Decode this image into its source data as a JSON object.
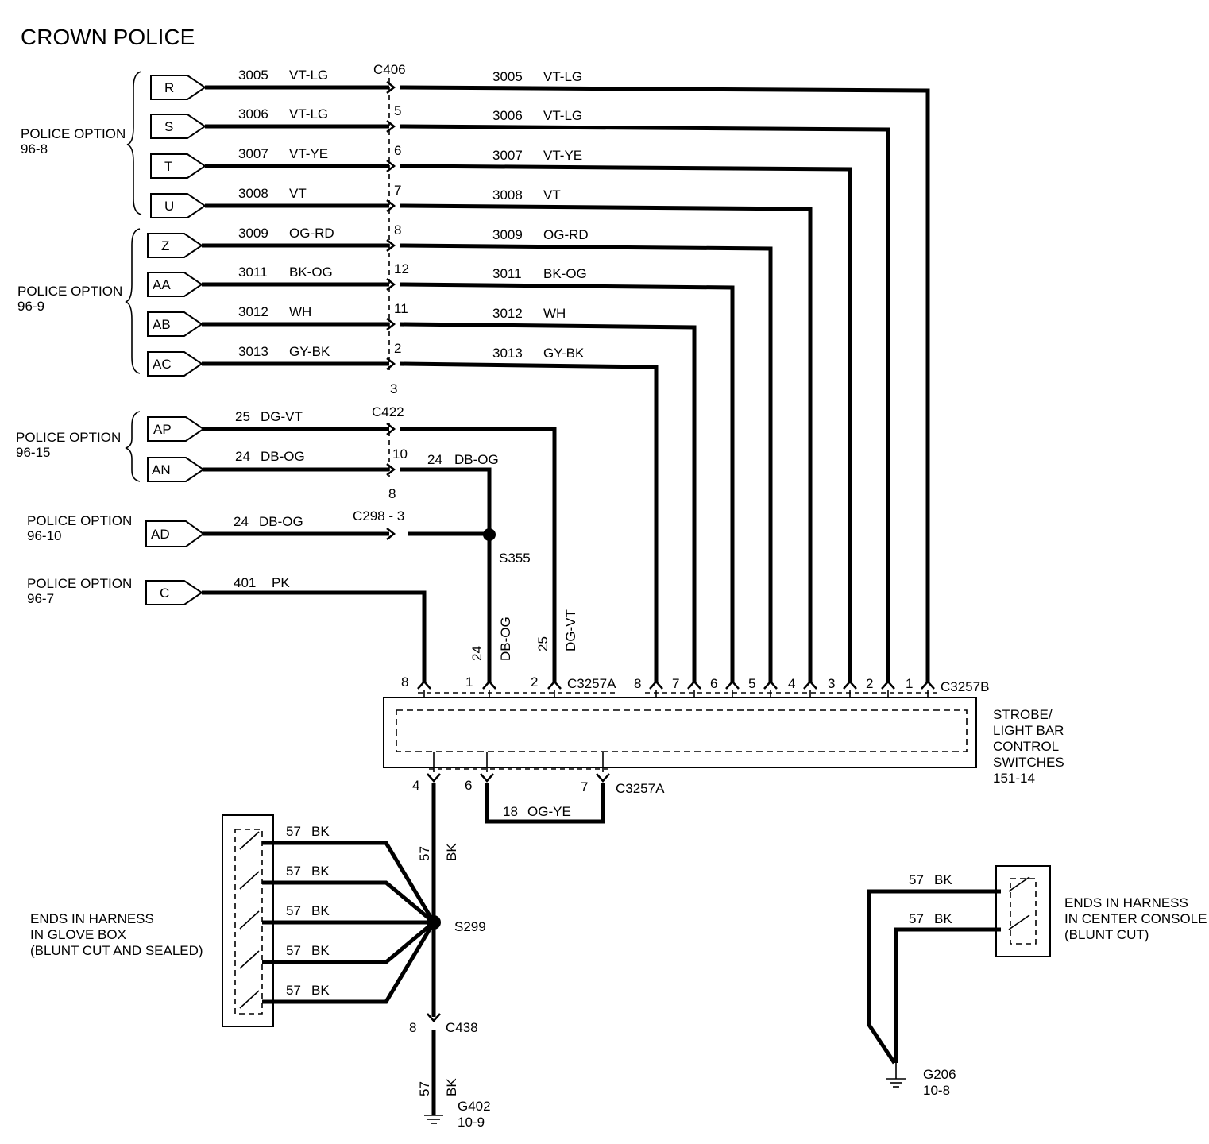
{
  "title": "CROWN POLICE",
  "options": {
    "o968": [
      "POLICE OPTION",
      "96-8"
    ],
    "o969": [
      "POLICE OPTION",
      "96-9"
    ],
    "o9615": [
      "POLICE OPTION",
      "96-15"
    ],
    "o9610": [
      "POLICE OPTION",
      "96-10"
    ],
    "o967": [
      "POLICE OPTION",
      "96-7"
    ]
  },
  "connectors": {
    "c406": "C406",
    "c422": "C422",
    "c298": "C298  -  3",
    "c3257a": "C3257A",
    "c3257b": "C3257B",
    "c438": "C438"
  },
  "splices": {
    "s355": "S355",
    "s299": "S299"
  },
  "strobe_wires": [
    {
      "src": "R",
      "circuit": "3005",
      "color": "VT-LG",
      "pin406": "",
      "pin3257": "1"
    },
    {
      "src": "S",
      "circuit": "3006",
      "color": "VT-LG",
      "pin406": "5",
      "pin3257": "2"
    },
    {
      "src": "T",
      "circuit": "3007",
      "color": "VT-YE",
      "pin406": "6",
      "pin3257": "3"
    },
    {
      "src": "U",
      "circuit": "3008",
      "color": "VT",
      "pin406": "7",
      "pin3257": "4"
    },
    {
      "src": "Z",
      "circuit": "3009",
      "color": "OG-RD",
      "pin406": "8",
      "pin3257": "5"
    },
    {
      "src": "AA",
      "circuit": "3011",
      "color": "BK-OG",
      "pin406": "12",
      "pin3257": "6"
    },
    {
      "src": "AB",
      "circuit": "3012",
      "color": "WH",
      "pin406": "11",
      "pin3257": "7"
    },
    {
      "src": "AC",
      "circuit": "3013",
      "color": "GY-BK",
      "pin406": "2",
      "pin3257": "8"
    }
  ],
  "c406_extra_pin": "3",
  "ap": {
    "src": "AP",
    "circuit": "25",
    "color": "DG-VT",
    "vcircuit": "25",
    "vcolor": "DG-VT",
    "pin": "2"
  },
  "an": {
    "src": "AN",
    "circuit": "24",
    "color": "DB-OG",
    "pin422": "10",
    "out_circuit": "24",
    "out_color": "DB-OG",
    "below": "8"
  },
  "ad": {
    "src": "AD",
    "circuit": "24",
    "color": "DB-OG",
    "vcircuit": "24",
    "vcolor": "DB-OG",
    "pin": "1"
  },
  "c": {
    "src": "C",
    "circuit": "401",
    "color": "PK",
    "pin": "8"
  },
  "component": {
    "lines": [
      "STROBE/",
      "LIGHT BAR",
      "CONTROL",
      "SWITCHES",
      "151-14"
    ]
  },
  "bottom_pins": {
    "p4": "4",
    "p6": "6",
    "p7": "7"
  },
  "jumper": {
    "circuit": "18",
    "color": "OG-YE"
  },
  "ground_wire": {
    "circuit": "57",
    "color": "BK"
  },
  "glovebox": {
    "wires": [
      "57",
      "BK"
    ],
    "text": [
      "ENDS IN HARNESS",
      "IN GLOVE BOX",
      "(BLUNT CUT AND SEALED)"
    ]
  },
  "c438_pin": "8",
  "g402": [
    "G402",
    "10-9"
  ],
  "console": {
    "wires": [
      "57",
      "BK"
    ],
    "text": [
      "ENDS IN HARNESS",
      "IN CENTER CONSOLE",
      "(BLUNT CUT)"
    ]
  },
  "g206": [
    "G206",
    "10-8"
  ]
}
